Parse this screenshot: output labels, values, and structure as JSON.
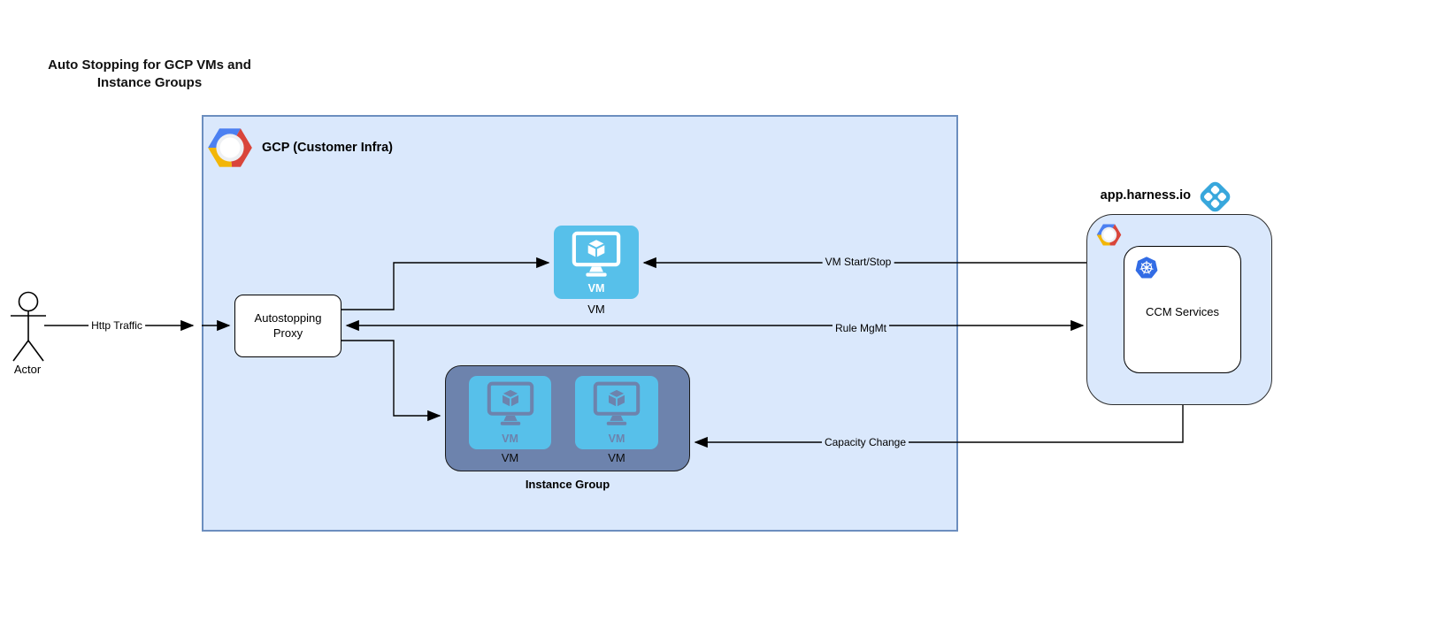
{
  "title": "Auto Stopping for GCP VMs and Instance Groups",
  "actor": {
    "label": "Actor"
  },
  "edges": {
    "http_traffic": {
      "label": "Http Traffic",
      "from": "Actor",
      "to": "Autostopping Proxy",
      "direction": "right"
    },
    "vm_start_stop": {
      "label": "VM Start/Stop",
      "from": "app.harness.io",
      "to": "VM",
      "direction": "left"
    },
    "rule_mgmt": {
      "label": "Rule MgMt",
      "from": "Autostopping Proxy",
      "to": "app.harness.io",
      "direction": "both"
    },
    "capacity_change": {
      "label": "Capacity Change",
      "from": "app.harness.io",
      "to": "Instance Group",
      "direction": "left"
    },
    "proxy_to_vm": {
      "label": "",
      "from": "Autostopping Proxy",
      "to": "VM",
      "direction": "right"
    },
    "proxy_to_group": {
      "label": "",
      "from": "Autostopping Proxy",
      "to": "Instance Group",
      "direction": "right"
    }
  },
  "gcp": {
    "label": "GCP (Customer Infra)",
    "autostopping_proxy": {
      "label": "Autostopping Proxy"
    },
    "vm": {
      "tile_text": "VM",
      "caption": "VM"
    },
    "instance_group": {
      "caption": "Instance Group",
      "tiles": [
        {
          "tile_text": "VM",
          "caption": "VM"
        },
        {
          "tile_text": "VM",
          "caption": "VM"
        }
      ]
    }
  },
  "harness": {
    "title": "app.harness.io",
    "ccm": {
      "label": "CCM Services"
    }
  },
  "icons": {
    "gcp_logo": "gcp-hexagon-logo",
    "harness_logo": "harness-diamond-logo",
    "kubernetes_logo": "kubernetes-helm-wheel-icon",
    "vm_icon": "monitor-with-cube-icon",
    "actor_icon": "uml-stick-figure"
  },
  "colors": {
    "gcp-fill": "#dae8fc",
    "gcp-border": "#6c8ebf",
    "harness-fill": "#dae8fc",
    "harness-border": "#2d2d2d",
    "vm-blue": "#57c0ea",
    "ig-fill": "#6d83ad",
    "ig-border": "#1a1a1a",
    "k8s-blue": "#326ce5",
    "harness-blue": "#38a7dc",
    "gcp-logo-blue": "#4c80f1",
    "gcp-logo-red": "#d9453a",
    "gcp-logo-yellow": "#f2b608",
    "line": "#000000"
  }
}
